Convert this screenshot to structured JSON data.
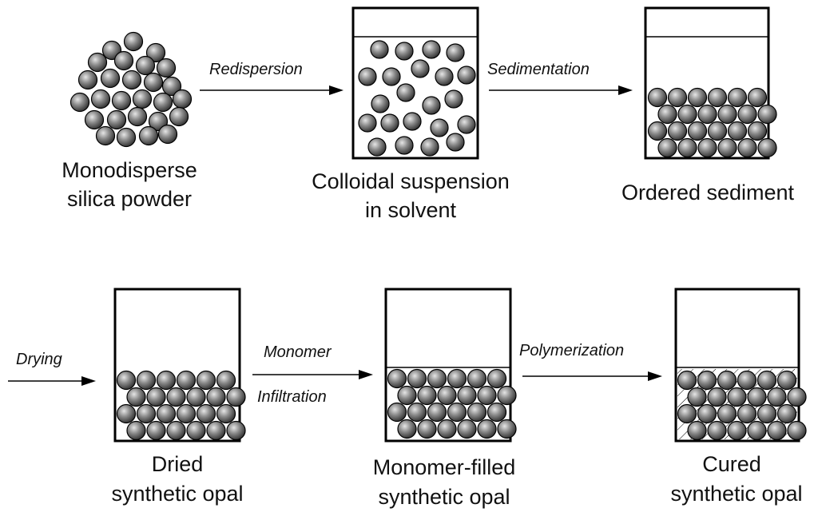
{
  "stages": {
    "powder": {
      "caption_lines": [
        "Monodisperse",
        "silica powder"
      ]
    },
    "suspension": {
      "caption_lines": [
        "Colloidal suspension",
        "in solvent"
      ]
    },
    "sediment": {
      "caption_lines": [
        "Ordered sediment"
      ]
    },
    "dried": {
      "caption_lines": [
        "Dried",
        "synthetic opal"
      ]
    },
    "monomer_filled": {
      "caption_lines": [
        "Monomer-filled",
        "synthetic opal"
      ]
    },
    "cured": {
      "caption_lines": [
        "Cured",
        "synthetic opal"
      ]
    }
  },
  "arrows": {
    "redispersion": {
      "label": "Redispersion"
    },
    "sedimentation": {
      "label": "Sedimentation"
    },
    "drying": {
      "label": "Drying"
    },
    "monomer_infiltration": {
      "label_top": "Monomer",
      "label_bottom": "Infiltration"
    },
    "polymerization": {
      "label": "Polymerization"
    }
  },
  "colors": {
    "line": "#000000",
    "sphere_dark": "#2a2a2a",
    "sphere_mid": "#7a7a7a",
    "sphere_light": "#e6e6e6",
    "background": "#ffffff"
  }
}
